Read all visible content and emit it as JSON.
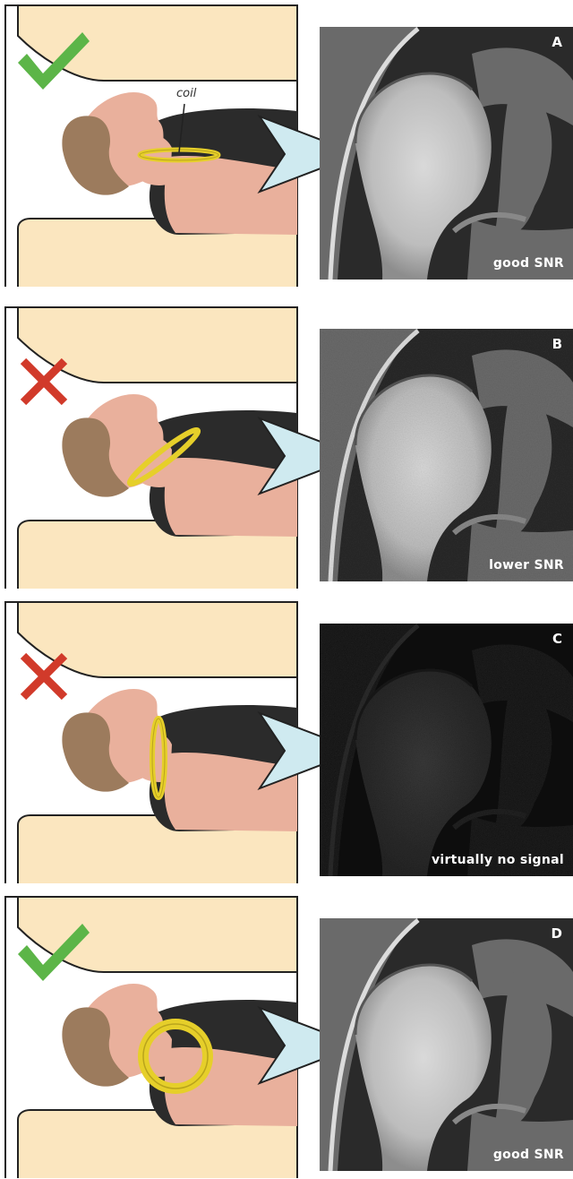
{
  "colors": {
    "skin": "#e9b09c",
    "hair": "#9c7b5d",
    "shirt": "#2b2b2b",
    "coil": "#e6cf2a",
    "coil_dark": "#b9a41c",
    "table": "#fbe6bf",
    "arrow": "#cfeaf0",
    "check": "#5cb548",
    "cross": "#d13a2a",
    "mri_dark": "#2a2a2a"
  },
  "panels": [
    {
      "letter": "A",
      "caption": "good SNR",
      "status_icon": "check-icon",
      "coil_label": "coil",
      "coil_orientation": "horizontal",
      "image_quality": "good"
    },
    {
      "letter": "B",
      "caption": "lower SNR",
      "status_icon": "cross-icon",
      "coil_label": "",
      "coil_orientation": "tilted",
      "image_quality": "noisy"
    },
    {
      "letter": "C",
      "caption": "virtually no signal",
      "status_icon": "cross-icon",
      "coil_label": "",
      "coil_orientation": "vertical",
      "image_quality": "no-signal"
    },
    {
      "letter": "D",
      "caption": "good SNR",
      "status_icon": "check-icon",
      "coil_label": "",
      "coil_orientation": "face-on",
      "image_quality": "good"
    }
  ]
}
